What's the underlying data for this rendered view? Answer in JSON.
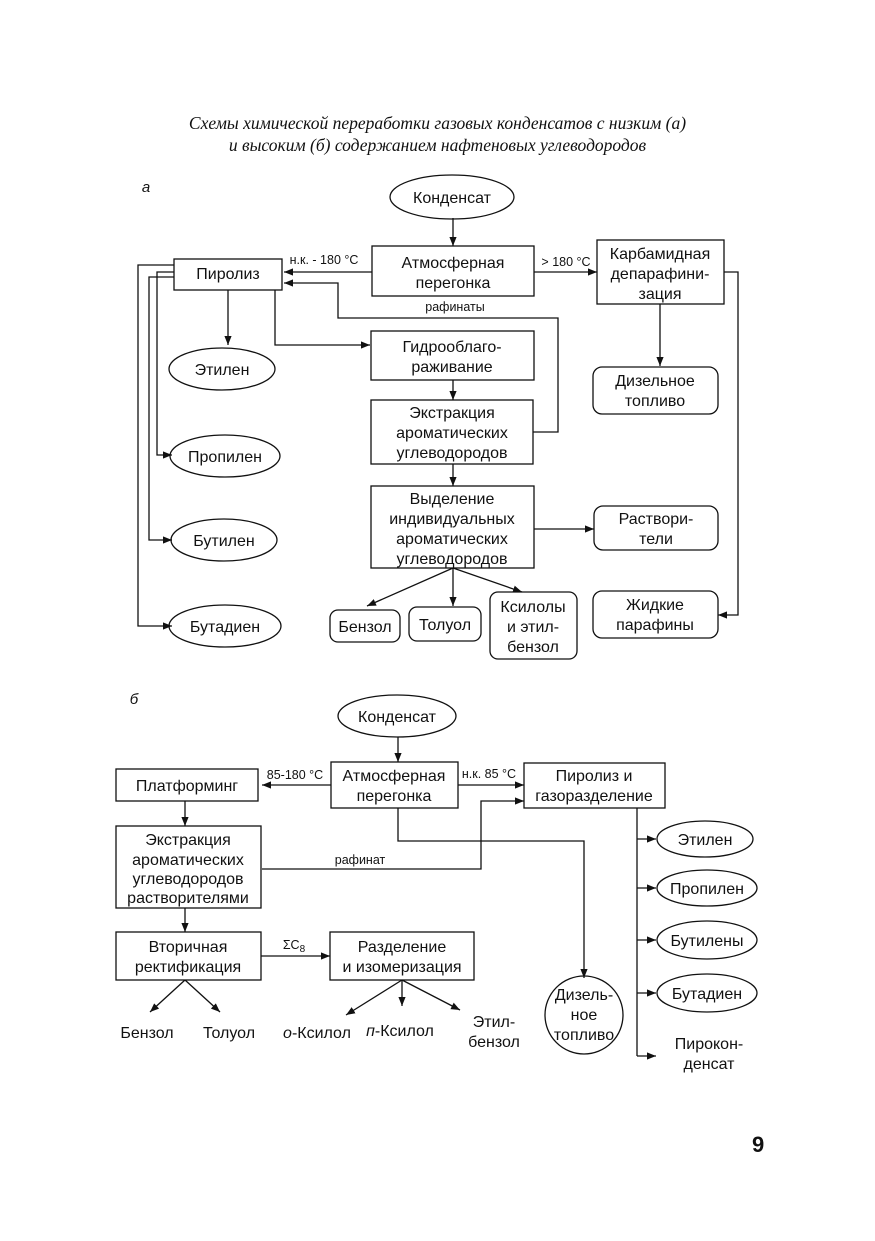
{
  "caption": {
    "line1": "Схемы химической переработки газовых конденсатов с низким (а)",
    "line2": "и высоким (б) содержанием нафтеновых углеводородов"
  },
  "page_number": "9",
  "diagram_a": {
    "label": "а",
    "condensate": "Конденсат",
    "distillation": [
      "Атмосферная",
      "перегонка"
    ],
    "pyrolysis": "Пиролиз",
    "dewaxing": [
      "Карбамидная",
      "депарафини-",
      "зация"
    ],
    "hydrotreating": [
      "Гидрооблаго-",
      "раживание"
    ],
    "extraction": [
      "Экстракция",
      "ароматических",
      "углеводородов"
    ],
    "isolation": [
      "Выделение",
      "индивидуальных",
      "ароматических",
      "углеводородов"
    ],
    "ethylene": "Этилен",
    "propylene": "Пропилен",
    "butylene": "Бутилен",
    "butadiene": "Бутадиен",
    "diesel": [
      "Дизельное",
      "топливо"
    ],
    "solvents": [
      "Раствори-",
      "тели"
    ],
    "paraffins": [
      "Жидкие",
      "парафины"
    ],
    "benzene": "Бензол",
    "toluene": "Толуол",
    "xylenes": [
      "Ксилолы",
      "и этил-",
      "бензол"
    ],
    "edge_ibp_180": "н.к. - 180 °С",
    "edge_gt180": "> 180 °С",
    "edge_raffinates": "рафинаты"
  },
  "diagram_b": {
    "label": "б",
    "condensate": "Конденсат",
    "distillation": [
      "Атмосферная",
      "перегонка"
    ],
    "platforming": "Платформинг",
    "pyrolysis": [
      "Пиролиз и",
      "газоразделение"
    ],
    "extraction": [
      "Экстракция",
      "ароматических",
      "углеводородов",
      "растворителями"
    ],
    "rectification": [
      "Вторичная",
      "ректификация"
    ],
    "separation": [
      "Разделение",
      "и изомеризация"
    ],
    "ethylene": "Этилен",
    "propylene": "Пропилен",
    "butylenes": "Бутилены",
    "butadiene": "Бутадиен",
    "pyrocondensate": [
      "Пирокон-",
      "денсат"
    ],
    "diesel": [
      "Дизель-",
      "ное",
      "топливо"
    ],
    "benzene": "Бензол",
    "toluene": "Толуол",
    "o_xylene_prefix": "о",
    "o_xylene": "-Ксилол",
    "p_xylene_prefix": "п",
    "p_xylene": "-Ксилол",
    "ethylbenzene": [
      "Этил-",
      "бензол"
    ],
    "edge_85_180": "85-180 °С",
    "edge_ibp_85": "н.к. 85 °С",
    "edge_raffinate": "рафинат",
    "edge_sum_c8": "ΣC",
    "edge_sum_c8_sub": "8"
  }
}
